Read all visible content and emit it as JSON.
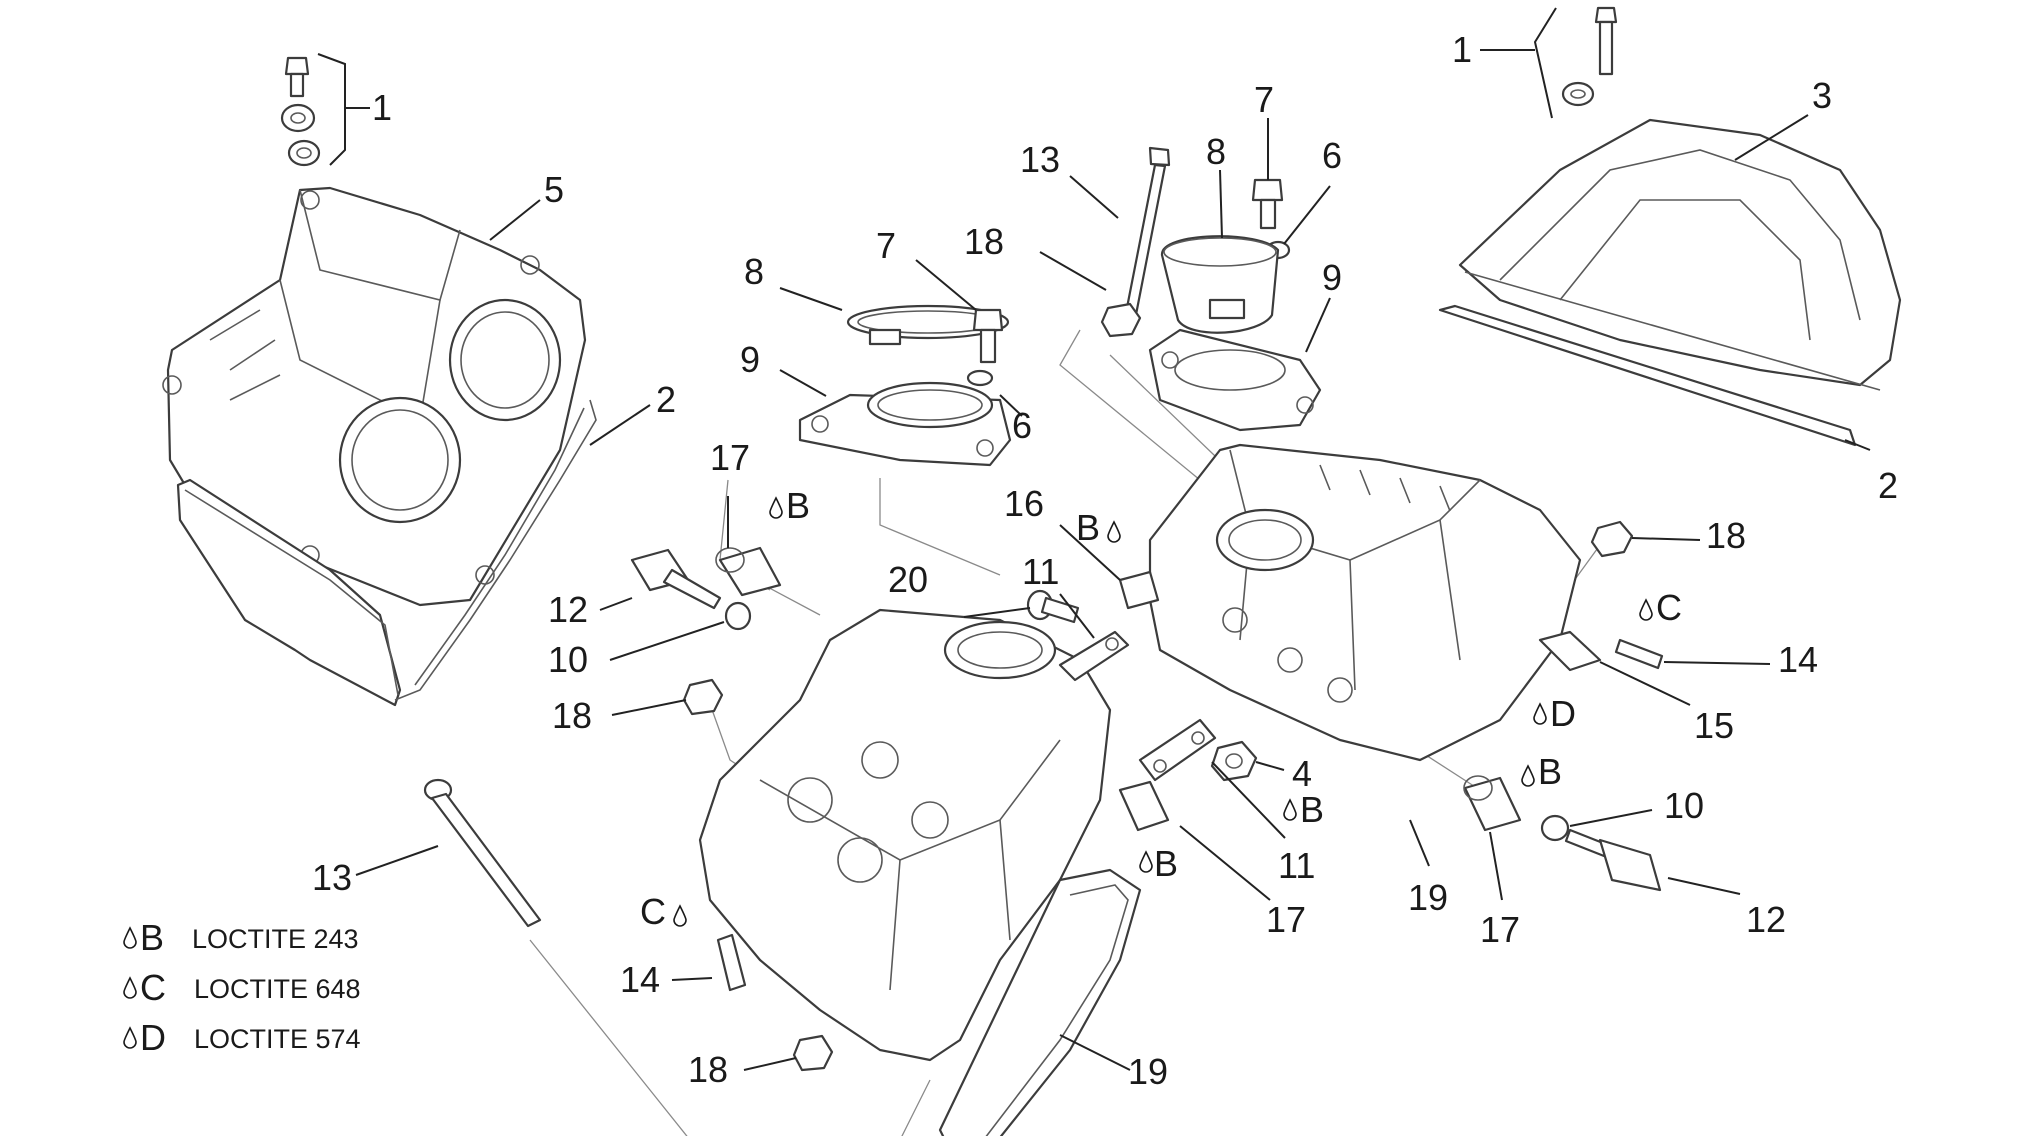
{
  "diagram": {
    "callouts": [
      {
        "id": "c1a",
        "label": "1"
      },
      {
        "id": "c5",
        "label": "5"
      },
      {
        "id": "c2a",
        "label": "2"
      },
      {
        "id": "c1b",
        "label": "1"
      },
      {
        "id": "c3",
        "label": "3"
      },
      {
        "id": "c2b",
        "label": "2"
      },
      {
        "id": "c13a",
        "label": "13"
      },
      {
        "id": "c8a",
        "label": "8"
      },
      {
        "id": "c7a",
        "label": "7"
      },
      {
        "id": "c6a",
        "label": "6"
      },
      {
        "id": "c9a",
        "label": "9"
      },
      {
        "id": "c18a",
        "label": "18"
      },
      {
        "id": "c7b",
        "label": "7"
      },
      {
        "id": "c8b",
        "label": "8"
      },
      {
        "id": "c6b",
        "label": "6"
      },
      {
        "id": "c9b",
        "label": "9"
      },
      {
        "id": "c17a",
        "label": "17"
      },
      {
        "id": "c12a",
        "label": "12"
      },
      {
        "id": "c10a",
        "label": "10"
      },
      {
        "id": "c18b",
        "label": "18"
      },
      {
        "id": "c16",
        "label": "16"
      },
      {
        "id": "c20",
        "label": "20"
      },
      {
        "id": "c11a",
        "label": "11"
      },
      {
        "id": "c18c",
        "label": "18"
      },
      {
        "id": "c14a",
        "label": "14"
      },
      {
        "id": "c15",
        "label": "15"
      },
      {
        "id": "c4",
        "label": "4"
      },
      {
        "id": "c10b",
        "label": "10"
      },
      {
        "id": "c11b",
        "label": "11"
      },
      {
        "id": "c19a",
        "label": "19"
      },
      {
        "id": "c17b",
        "label": "17"
      },
      {
        "id": "c17c",
        "label": "17"
      },
      {
        "id": "c12b",
        "label": "12"
      },
      {
        "id": "c13b",
        "label": "13"
      },
      {
        "id": "c14b",
        "label": "14"
      },
      {
        "id": "c18d",
        "label": "18"
      },
      {
        "id": "c19b",
        "label": "19"
      }
    ],
    "markers": [
      {
        "id": "mB1",
        "letter": "B"
      },
      {
        "id": "mB2",
        "letter": "B"
      },
      {
        "id": "mC1",
        "letter": "C"
      },
      {
        "id": "mD1",
        "letter": "D"
      },
      {
        "id": "mB3",
        "letter": "B"
      },
      {
        "id": "mB4",
        "letter": "B"
      },
      {
        "id": "mB5",
        "letter": "B"
      },
      {
        "id": "mC2",
        "letter": "C"
      }
    ],
    "legend": [
      {
        "letter": "B",
        "text": "LOCTITE 243"
      },
      {
        "letter": "C",
        "text": "LOCTITE 648"
      },
      {
        "letter": "D",
        "text": "LOCTITE 574"
      }
    ]
  }
}
